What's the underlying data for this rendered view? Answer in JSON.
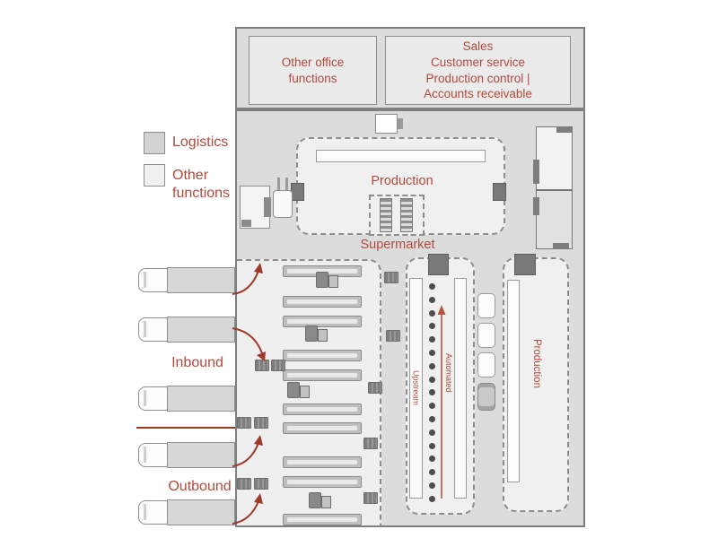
{
  "legend": {
    "logistics_label": "Logistics",
    "other_label": "Other functions"
  },
  "offices": {
    "left_label": "Other office functions",
    "right_lines": [
      "Sales",
      "Customer service",
      "Production control |",
      "Accounts receivable"
    ]
  },
  "areas": {
    "production_label": "Production",
    "supermarket_label": "Supermarket",
    "assembly_line_label": "Upstream",
    "assembly_arrow_label": "Automated",
    "production_vertical_label": "Production"
  },
  "docks": {
    "inbound_label": "Inbound",
    "outbound_label": "Outbound"
  },
  "colors": {
    "accent_red_text": "#b04a3c",
    "arrow_red": "#9e3a28",
    "floor_gray": "#dcdcdc",
    "light_area": "#f0f0f0",
    "dark_element": "#7d7d7d"
  }
}
